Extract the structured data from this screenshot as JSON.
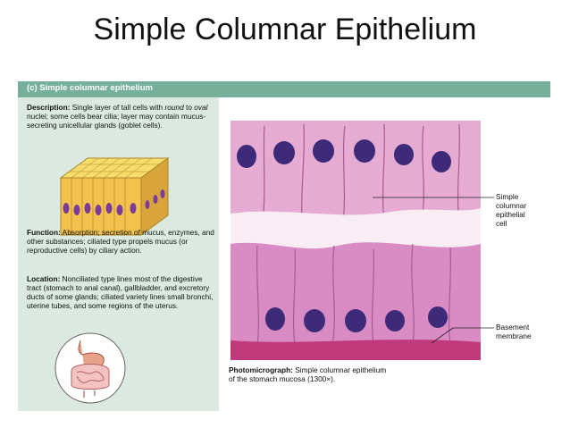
{
  "slide_title": "Simple Columnar Epithelium",
  "panel_header": "(c) Simple columnar epithelium",
  "description": {
    "label": "Description:",
    "text_before_round": "Single layer of tall cells with",
    "round": "round",
    "to": "to",
    "oval": "oval",
    "text_after_oval": "nuclei; some cells bear cilia; layer may contain mucus-secreting unicellular glands (goblet cells)."
  },
  "function": {
    "label": "Function:",
    "text": "Absorption; secretion of mucus, enzymes, and other substances; ciliated type propels mucus (or reproductive cells) by ciliary action."
  },
  "location": {
    "label": "Location:",
    "text": "Nonciliated type lines most of the digestive tract (stomach to anal canal), gallbladder, and excretory ducts of some glands; ciliated variety lines small bronchi, uterine tubes, and some regions of the uterus."
  },
  "labels": {
    "cell": [
      "Simple",
      "columnar",
      "epithelial",
      "cell"
    ],
    "membrane": [
      "Basement",
      "membrane"
    ]
  },
  "caption": {
    "label": "Photomicrograph:",
    "text_line1": "Simple columnar epithelium",
    "text_line2": "of the stomach mucosa (1300×)."
  },
  "colors": {
    "header": "#76b09a",
    "left_panel": "#dbe9e0",
    "tissue": "#e2a6cf",
    "nucleus": "#3d2a78"
  }
}
